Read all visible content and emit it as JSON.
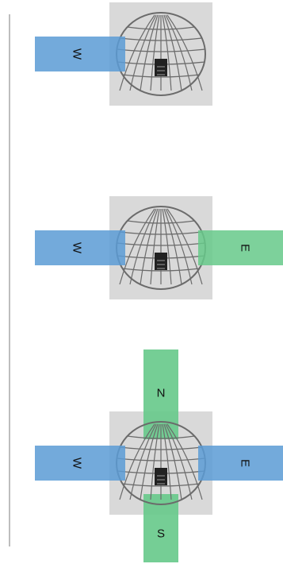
{
  "colors": {
    "background": "#ffffff",
    "axis_line": "#bdbdbd",
    "tile": "#d9d9d9",
    "globe_stroke": "#6b6b6b",
    "west_east_band": "#5b9bd5",
    "north_south_band": "#66c98a",
    "marker": "#222222"
  },
  "icons": {
    "globe": "globe-grid-icon",
    "marker": "dark-marker-icon"
  },
  "panels": [
    {
      "id": "panel-1",
      "bands": [
        {
          "dir": "west",
          "label": "W",
          "rotate": true
        }
      ]
    },
    {
      "id": "panel-2",
      "bands": [
        {
          "dir": "west",
          "label": "W",
          "rotate": true
        },
        {
          "dir": "east",
          "label": "E",
          "rotate": true
        }
      ]
    },
    {
      "id": "panel-3",
      "bands": [
        {
          "dir": "west",
          "label": "W",
          "rotate": true
        },
        {
          "dir": "east",
          "label": "E",
          "rotate": true
        },
        {
          "dir": "north",
          "label": "N",
          "rotate": false
        },
        {
          "dir": "south",
          "label": "S",
          "rotate": false
        }
      ]
    }
  ]
}
